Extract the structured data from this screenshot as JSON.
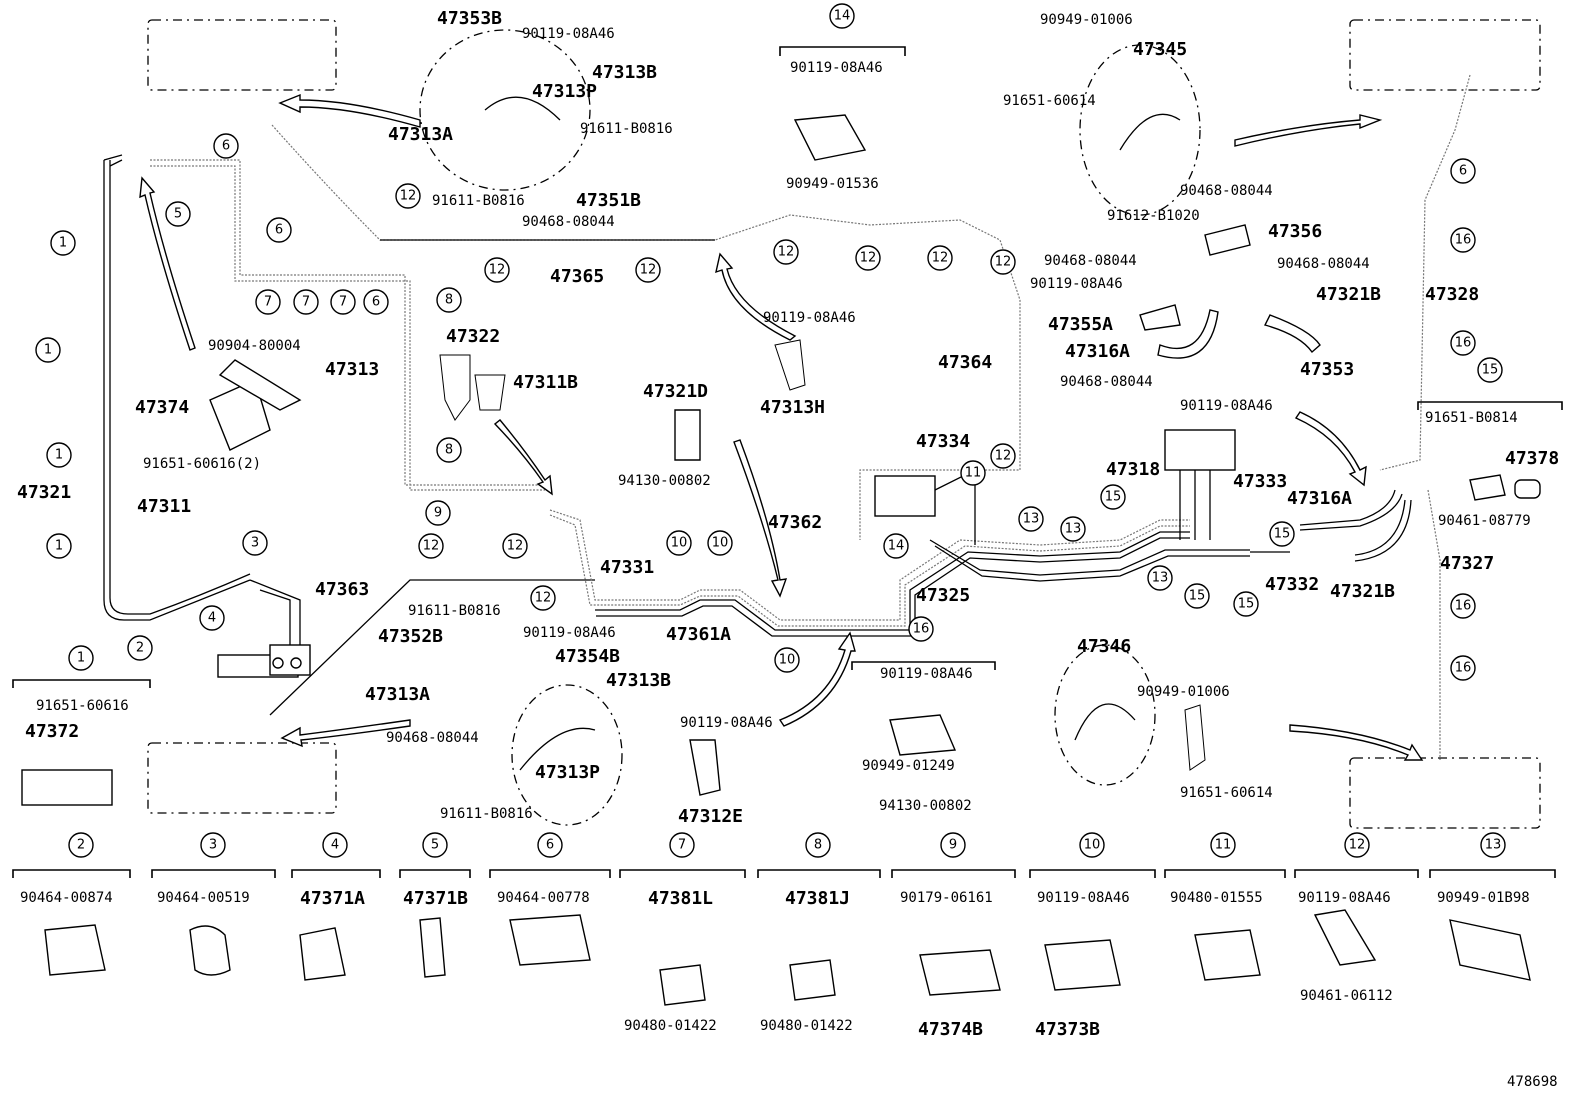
{
  "diagram_id": "478698",
  "callouts": [
    "1",
    "1",
    "1",
    "1",
    "2",
    "3",
    "4",
    "5",
    "6",
    "6",
    "7",
    "7",
    "7",
    "6",
    "8",
    "8",
    "9",
    "12",
    "12",
    "12",
    "12",
    "12",
    "12",
    "12",
    "12",
    "12",
    "12",
    "12",
    "10",
    "10",
    "10",
    "11",
    "13",
    "13",
    "13",
    "14",
    "15",
    "15",
    "15",
    "15",
    "6",
    "16",
    "16",
    "16",
    "16",
    "16",
    "14",
    "15",
    "16"
  ],
  "part_numbers": {
    "p47353B": "47353B",
    "p90119_08A46_a": "90119-08A46",
    "p47313B_a": "47313B",
    "p47313P_a": "47313P",
    "p47313A_a": "47313A",
    "p91611_B0816_a": "91611-B0816",
    "p47351B": "47351B",
    "p91611_B0816_b": "91611-B0816",
    "p90468_08044_a": "90468-08044",
    "p90119_08A46_b": "90119-08A46",
    "p90949_01536": "90949-01536",
    "p90949_01006_a": "90949-01006",
    "p47345": "47345",
    "p91651_60614_a": "91651-60614",
    "p47365": "47365",
    "p47322": "47322",
    "p47313": "47313",
    "p90904_80004": "90904-80004",
    "p47374": "47374",
    "p91651_60616_2": "91651-60616(2)",
    "p47321": "47321",
    "p47311": "47311",
    "p47311B": "47311B",
    "p90119_08A46_c": "90119-08A46",
    "p47313H": "47313H",
    "p47321D": "47321D",
    "p94130_00802_a": "94130-00802",
    "p47364": "47364",
    "p90468_08044_b": "90468-08044",
    "p91612_B1020": "91612-B1020",
    "p47356": "47356",
    "p90468_08044_c": "90468-08044",
    "p90468_08044_d": "90468-08044",
    "p90119_08A46_d": "90119-08A46",
    "p47321B_a": "47321B",
    "p47328": "47328",
    "p47355A": "47355A",
    "p47316A_a": "47316A",
    "p47353": "47353",
    "p90468_08044_e": "90468-08044",
    "p90119_08A46_e": "90119-08A46",
    "p91651_B0814": "91651-B0814",
    "p47378": "47378",
    "p90461_08779": "90461-08779",
    "p47334": "47334",
    "p47318": "47318",
    "p47333": "47333",
    "p47316A_b": "47316A",
    "p47362": "47362",
    "p47325": "47325",
    "p47332": "47332",
    "p47321B_b": "47321B",
    "p47327": "47327",
    "p47363": "47363",
    "p47331": "47331",
    "p47361A": "47361A",
    "p91611_B0816_c": "91611-B0816",
    "p47352B": "47352B",
    "p90119_08A46_f": "90119-08A46",
    "p47354B": "47354B",
    "p47313A_b": "47313A",
    "p47313B_b": "47313B",
    "p90468_08044_f": "90468-08044",
    "p47313P_b": "47313P",
    "p91611_B0816_d": "91611-B0816",
    "p90119_08A46_g": "90119-08A46",
    "p47312E": "47312E",
    "p90119_08A46_h": "90119-08A46",
    "p90949_01249": "90949-01249",
    "p94130_00802_b": "94130-00802",
    "p47346": "47346",
    "p90949_01006_b": "90949-01006",
    "p91651_60614_b": "91651-60614",
    "p91651_60616": "91651-60616",
    "p47372": "47372"
  },
  "legend": [
    {
      "num": "2",
      "parts": [
        "90464-00874"
      ]
    },
    {
      "num": "3",
      "parts": [
        "90464-00519"
      ]
    },
    {
      "num": "4",
      "parts": [
        "47371A"
      ]
    },
    {
      "num": "5",
      "parts": [
        "47371B"
      ]
    },
    {
      "num": "6",
      "parts": [
        "90464-00778"
      ]
    },
    {
      "num": "7",
      "parts": [
        "47381L",
        "90480-01422"
      ]
    },
    {
      "num": "8",
      "parts": [
        "47381J",
        "90480-01422"
      ]
    },
    {
      "num": "9",
      "parts": [
        "90179-06161",
        "47374B"
      ]
    },
    {
      "num": "10",
      "parts": [
        "90119-08A46",
        "47373B"
      ]
    },
    {
      "num": "11",
      "parts": [
        "90480-01555"
      ]
    },
    {
      "num": "12",
      "parts": [
        "90119-08A46",
        "90461-06112"
      ]
    },
    {
      "num": "13",
      "parts": [
        "90949-01B98"
      ]
    }
  ]
}
